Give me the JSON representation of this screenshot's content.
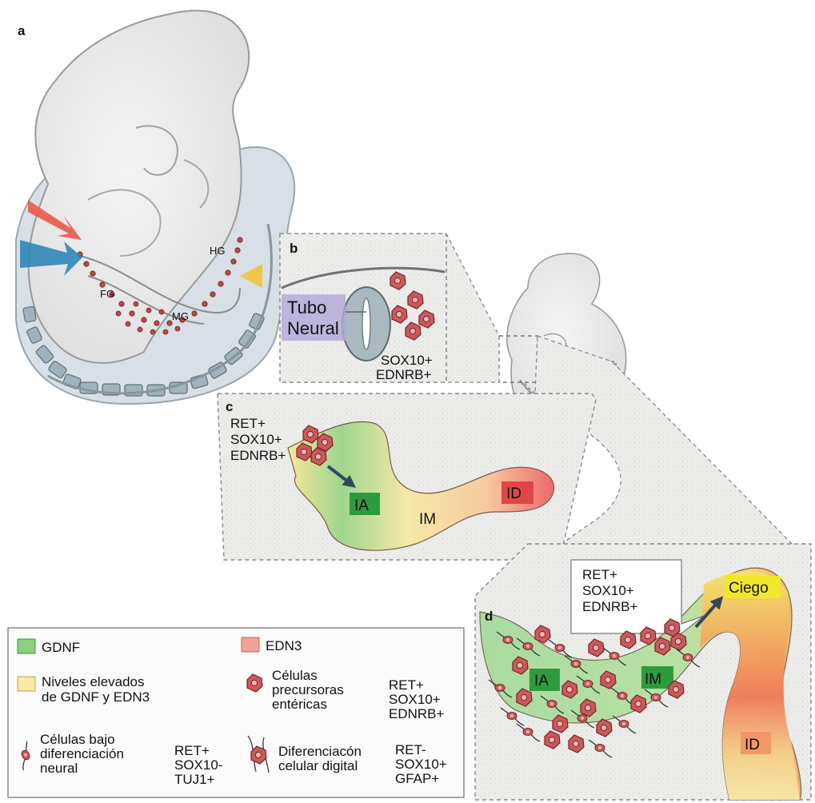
{
  "panels": {
    "a": "a",
    "b": "b",
    "c": "c",
    "d": "d"
  },
  "embryo_a": {
    "fg": "FG",
    "mg": "MG",
    "hg": "HG"
  },
  "panel_b": {
    "tube_line1": "Tubo",
    "tube_line2": "Neural",
    "markers": [
      "SOX10+",
      "EDNRB+"
    ]
  },
  "panel_c": {
    "markers": [
      "RET+",
      "SOX10+",
      "EDNRB+"
    ],
    "segments": {
      "ia": "IA",
      "im": "IM",
      "id": "ID"
    }
  },
  "panel_d": {
    "markers": [
      "RET+",
      "SOX10+",
      "EDNRB+"
    ],
    "segments": {
      "ia": "IA",
      "im": "IM",
      "ciego": "Ciego",
      "id": "ID"
    }
  },
  "legend": {
    "gdnf": "GDNF",
    "edn3": "EDN3",
    "high_line1": "Niveles elevados",
    "high_line2": "de GDNF y EDN3",
    "precursor_line1": "Células",
    "precursor_line2": "precursoras",
    "precursor_line3": "entéricas",
    "precursor_markers": [
      "RET+",
      "SOX10+",
      "EDNRB+"
    ],
    "neural_line1": "Células bajo",
    "neural_line2": "diferenciación",
    "neural_line3": "neural",
    "neural_markers": [
      "RET+",
      "SOX10-",
      "TUJ1+"
    ],
    "glial_line1": "Diferenciacón",
    "glial_line2": "celular digital",
    "glial_markers": [
      "RET-",
      "SOX10+",
      "GFAP+"
    ]
  },
  "colors": {
    "gdnf": "#6cc070",
    "edn3": "#f08070",
    "high": "#f7e27a",
    "ia_box": "#2e9a3e",
    "id_box": "#e04646",
    "ciego_box": "#f0e82a",
    "cell": "#c0373a",
    "arrow": "#2f4a5a"
  }
}
